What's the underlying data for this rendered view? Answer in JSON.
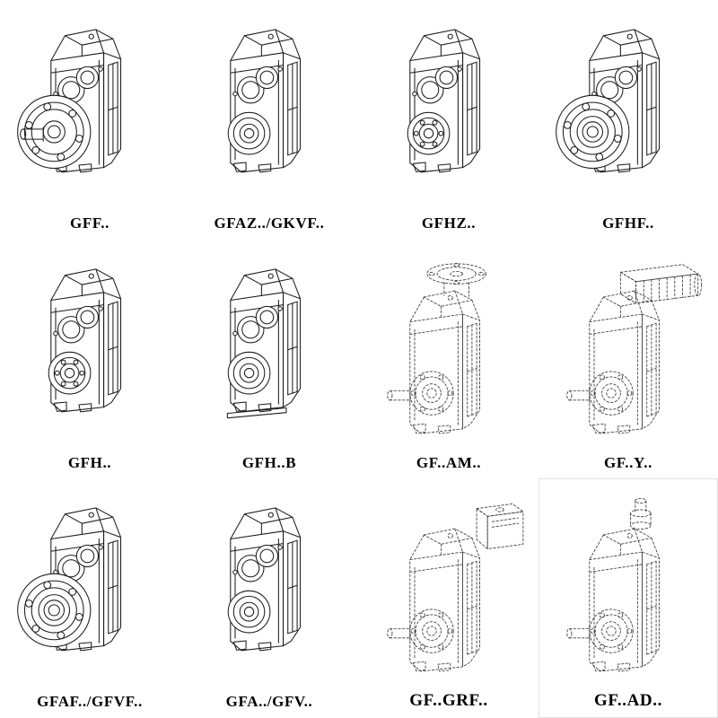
{
  "page": {
    "background_color": "#ffffff",
    "line_color": "#1b1b1b",
    "description": "Catalog sheet of helical gear unit model variants, 4 x 3 grid of technical line drawings with model code labels"
  },
  "catalog": {
    "items": [
      {
        "label": "GFF..",
        "drawing": "gear-unit-output-flange-with-solid-shaft",
        "line_style": "solid"
      },
      {
        "label": "GFAZ../GKVF..",
        "drawing": "gear-unit-hollow-shaft-bore",
        "line_style": "solid"
      },
      {
        "label": "GFHZ..",
        "drawing": "gear-unit-hollow-shaft-shrink-disc",
        "line_style": "solid"
      },
      {
        "label": "GFHF..",
        "drawing": "gear-unit-flange-hollow-shaft",
        "line_style": "solid"
      },
      {
        "label": "GFH..",
        "drawing": "gear-unit-hollow-shaft",
        "line_style": "solid"
      },
      {
        "label": "GFH..B",
        "drawing": "gear-unit-hollow-shaft-foot-mounted",
        "line_style": "solid"
      },
      {
        "label": "GF..AM..",
        "drawing": "gear-unit-with-iec-motor-adapter-flange",
        "line_style": "dashed"
      },
      {
        "label": "GF..Y..",
        "drawing": "gear-unit-with-mounted-motor",
        "line_style": "dashed"
      },
      {
        "label": "GFAF../GFVF..",
        "drawing": "gear-unit-output-flange-hollow",
        "line_style": "solid"
      },
      {
        "label": "GFA../GFV..",
        "drawing": "gear-unit-shaft-mounted",
        "line_style": "solid"
      },
      {
        "label": "GF..GRF..",
        "drawing": "gear-unit-with-side-adapter-box",
        "line_style": "dashed"
      },
      {
        "label": "GF..AD..",
        "drawing": "gear-unit-with-input-shaft-adapter",
        "line_style": "dashed"
      }
    ]
  }
}
